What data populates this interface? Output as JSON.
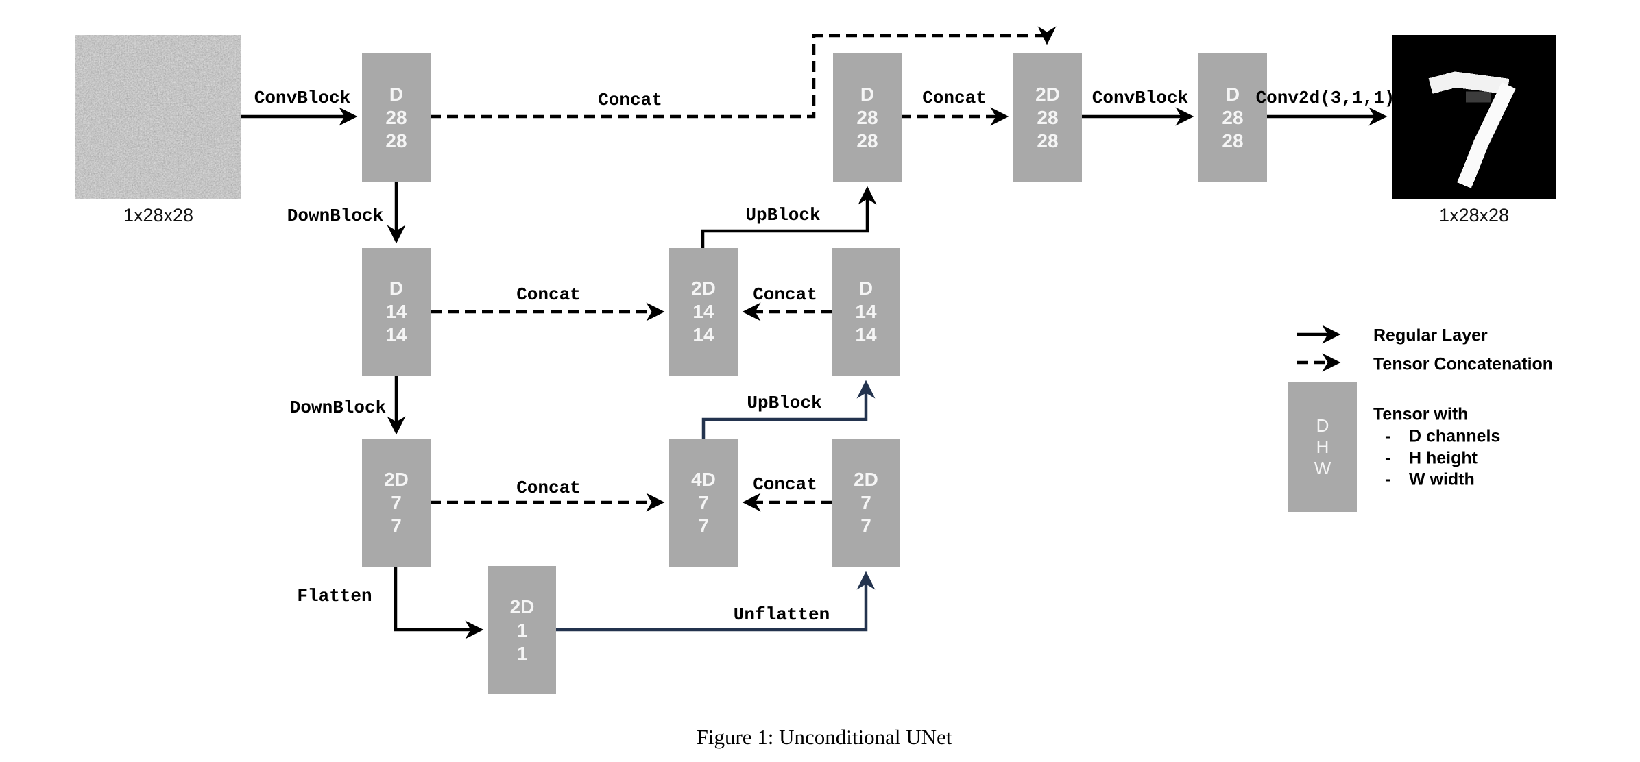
{
  "colors": {
    "box_gray": "#a9a9a9",
    "line_black": "#000000",
    "line_navy": "#23334e",
    "text_white": "#f5f5f5"
  },
  "caption": "Figure 1: Unconditional UNet",
  "input_image": {
    "label": "1x28x28",
    "depicts": "gray random noise"
  },
  "output_image": {
    "label": "1x28x28",
    "digit": "7"
  },
  "boxes": {
    "enc28": {
      "lines": [
        "D",
        "28",
        "28"
      ]
    },
    "dec28": {
      "lines": [
        "D",
        "28",
        "28"
      ]
    },
    "cat28": {
      "lines": [
        "2D",
        "28",
        "28"
      ]
    },
    "out28": {
      "lines": [
        "D",
        "28",
        "28"
      ]
    },
    "enc14": {
      "lines": [
        "D",
        "14",
        "14"
      ]
    },
    "cat14": {
      "lines": [
        "2D",
        "14",
        "14"
      ]
    },
    "up14": {
      "lines": [
        "D",
        "14",
        "14"
      ]
    },
    "enc7": {
      "lines": [
        "2D",
        "7",
        "7"
      ]
    },
    "cat7": {
      "lines": [
        "4D",
        "7",
        "7"
      ]
    },
    "up7": {
      "lines": [
        "2D",
        "7",
        "7"
      ]
    },
    "bottleneck": {
      "lines": [
        "2D",
        "1",
        "1"
      ]
    }
  },
  "edges": {
    "convblock1": "ConvBlock",
    "downblock1": "DownBlock",
    "downblock2": "DownBlock",
    "flatten": "Flatten",
    "unflatten": "Unflatten",
    "upblock1": "UpBlock",
    "upblock2": "UpBlock",
    "concat_skip1": "Concat",
    "concat_mid1": "Concat",
    "concat_skip2": "Concat",
    "concat_mid2": "Concat",
    "concat_skip3": "Concat",
    "concat_mid3": "Concat",
    "convblock2": "ConvBlock",
    "conv2d": "Conv2d(3,1,1)"
  },
  "legend": {
    "regular": "Regular Layer",
    "concat": "Tensor Concatenation",
    "tensor_title": "Tensor with",
    "bullet_dash": "-",
    "bullets": [
      "D channels",
      "H height",
      "W width"
    ],
    "box": {
      "lines": [
        "D",
        "H",
        "W"
      ]
    }
  }
}
